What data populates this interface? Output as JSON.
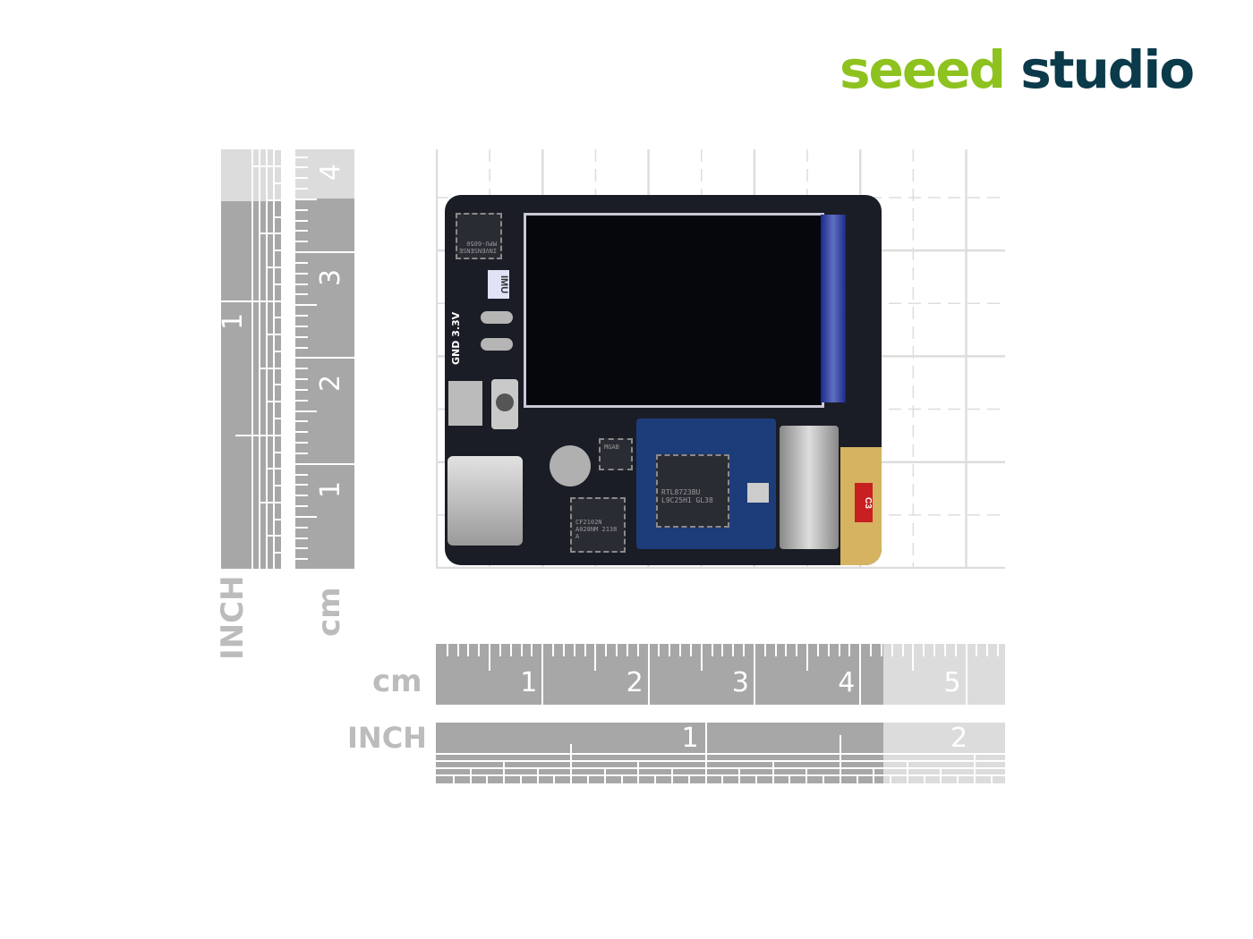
{
  "logo": {
    "part1": "seeed",
    "part2": "studio",
    "color1": "#8dc21f",
    "color2": "#0b3a4a"
  },
  "rulers": {
    "vertical_inch": {
      "unit": "INCH",
      "labels": [
        "1"
      ]
    },
    "vertical_cm": {
      "unit": "cm",
      "labels": [
        "1",
        "2",
        "3",
        "4"
      ]
    },
    "horizontal_cm": {
      "unit": "cm",
      "labels": [
        "1",
        "2",
        "3",
        "4",
        "5"
      ]
    },
    "horizontal_inch": {
      "unit": "INCH",
      "labels": [
        "1",
        "2"
      ]
    }
  },
  "board": {
    "silk_power": "GND 3.3V",
    "silk_imu": "IMU",
    "antenna_label": "C3",
    "chip_imu": "INVENSENSE MPU-6050",
    "chip_wifi": "RTL8723BU L9C25H1 GL38",
    "chip_usb": "CF2102N A028NM 2138 A",
    "chip_small": "MGAB"
  }
}
